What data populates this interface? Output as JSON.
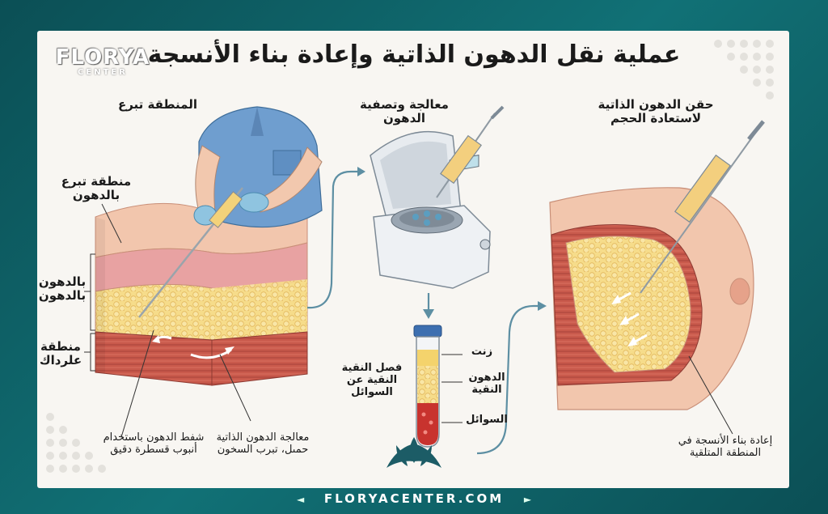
{
  "title": "عملية نقل الدهون الذاتية وإعادة بناء الأنسجة",
  "logo": {
    "main": "FLORYA",
    "sub": "CENTER"
  },
  "steps": {
    "donor": {
      "header": "المنطقة تبرع",
      "area_label": "منطقة تبرع بالدهون",
      "fat_label": "بالدهون بالدهون",
      "zone_label": "منطقة علرداك",
      "liposuction_label": "شفط الدهون باستخدام أنبوب قسطرة دقيق",
      "processing_note": "معالجة الدهون الذاتية حمىل، تبرب السخون"
    },
    "processing": {
      "header": "معالجة وتصفية الدهون",
      "separation_label": "فصل النقية النقية عن السوائل",
      "layer_oil": "زنت",
      "layer_fat": "الدهون النقية",
      "layer_fluid": "السوائل"
    },
    "injection": {
      "header": "حقن الدهون الذاتية لاستعادة الحجم",
      "rebuild_label": "إعادة بناء الأنسجة في المنطقة المتلقية"
    }
  },
  "footer": {
    "url": "FLORYACENTER.COM",
    "arrow_left": "◄",
    "arrow_right": "►"
  },
  "colors": {
    "frame": "#0e5e63",
    "skin": "#f1c2a8",
    "fat": "#f5d67e",
    "muscle": "#c9554a",
    "scrubs": "#6f9ecf",
    "glove": "#8fc4e0",
    "arrow": "#5d8fa3"
  },
  "icons": [
    "lotus-icon",
    "arrow-icon",
    "syringe-icon",
    "centrifuge-icon",
    "test-tube-icon"
  ]
}
